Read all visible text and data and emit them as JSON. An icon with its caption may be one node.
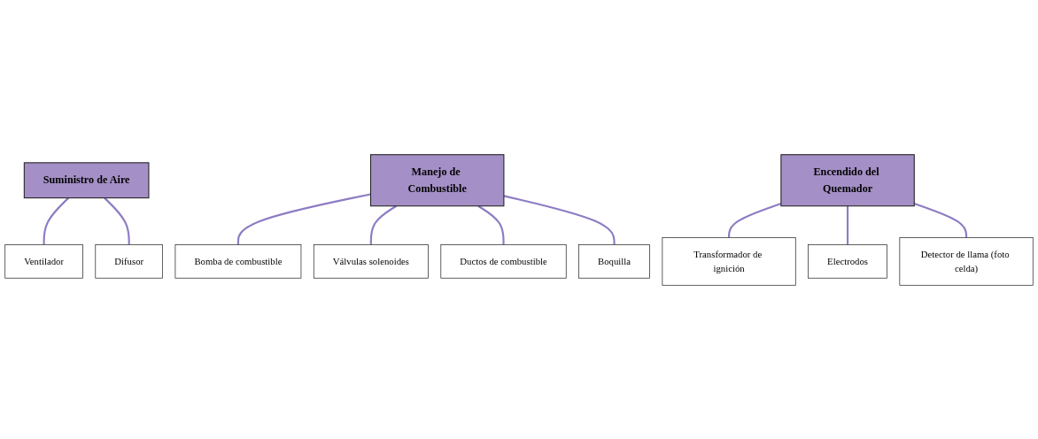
{
  "diagram": {
    "nodes": [
      {
        "text": [
          "Suministro de Aire"
        ]
      },
      {
        "text": [
          "Ventilador"
        ]
      },
      {
        "text": [
          "Difusor"
        ]
      },
      {
        "text": [
          "Manejo de Combustible"
        ]
      },
      {
        "text": [
          "Bomba de combustible"
        ]
      },
      {
        "text": [
          "Válvulas solenoides"
        ]
      },
      {
        "text": [
          "Ductos de combustible"
        ]
      },
      {
        "text": [
          "Boquilla"
        ]
      },
      {
        "text": [
          "Encendido del Quemador"
        ]
      },
      {
        "text": [
          "Transformador de ignición"
        ]
      },
      {
        "text": [
          "Electrodos"
        ]
      },
      {
        "text": [
          "Detector de llama (foto celda)"
        ]
      }
    ],
    "edges": [
      {
        "from": 0,
        "to": 1,
        "arrow": "none",
        "color": "#8e7cc3"
      },
      {
        "from": 0,
        "to": 2,
        "arrow": "none",
        "color": "#8e7cc3"
      },
      {
        "from": 3,
        "to": 4,
        "arrow": "none",
        "color": "#8e7cc3"
      },
      {
        "from": 3,
        "to": 5,
        "arrow": "none",
        "color": "#8e7cc3"
      },
      {
        "from": 3,
        "to": 6,
        "arrow": "none",
        "color": "#8e7cc3"
      },
      {
        "from": 3,
        "to": 7,
        "arrow": "none",
        "color": "#8e7cc3"
      },
      {
        "from": 8,
        "to": 9,
        "arrow": "none",
        "color": "#8e7cc3"
      },
      {
        "from": 8,
        "to": 10,
        "arrow": "none",
        "color": "#8e7cc3"
      },
      {
        "from": 8,
        "to": 11,
        "arrow": "none",
        "color": "#8e7cc3"
      }
    ]
  }
}
